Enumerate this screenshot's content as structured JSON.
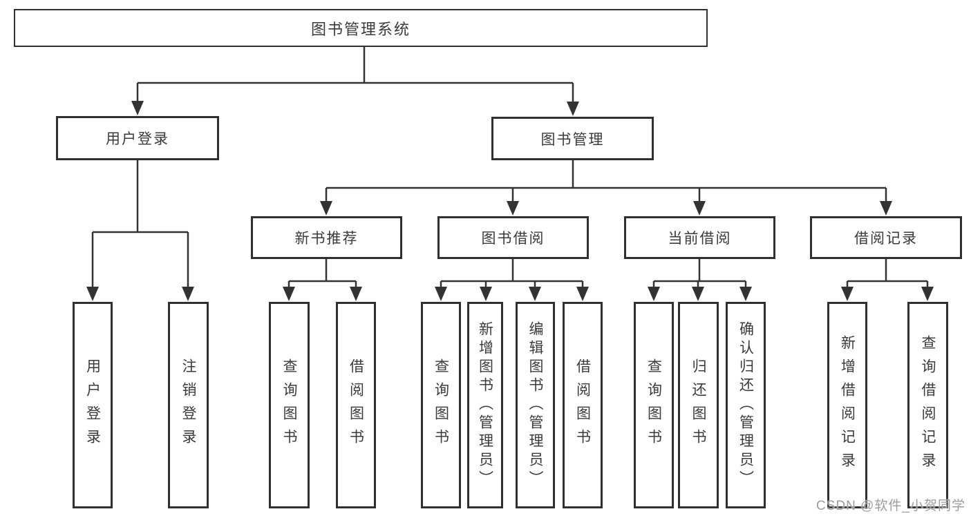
{
  "tree": {
    "root": "图书管理系统",
    "level2": {
      "user_login": "用户登录",
      "book_management": "图书管理"
    },
    "level3": {
      "new_book_recommend": "新书推荐",
      "book_borrowing": "图书借阅",
      "current_borrowing": "当前借阅",
      "borrowing_records": "借阅记录"
    },
    "leaves": {
      "user_login": [
        "用户登录",
        "注销登录"
      ],
      "new_book_recommend": [
        "查询图书",
        "借阅图书"
      ],
      "book_borrowing": [
        "查询图书",
        "新增图书（管理员）",
        "编辑图书（管理员）",
        "借阅图书"
      ],
      "current_borrowing": [
        "查询图书",
        "归还图书",
        "确认归还（管理员）"
      ],
      "borrowing_records": [
        "新增借阅记录",
        "查询借阅记录"
      ]
    }
  },
  "watermark": {
    "text": "CSDN @软件_小贺同学"
  },
  "colors": {
    "line": "#333333",
    "box_border": "#2f2f2f",
    "text": "#3a3a3a",
    "watermark": "#9c9c9c",
    "background": "#ffffff"
  }
}
